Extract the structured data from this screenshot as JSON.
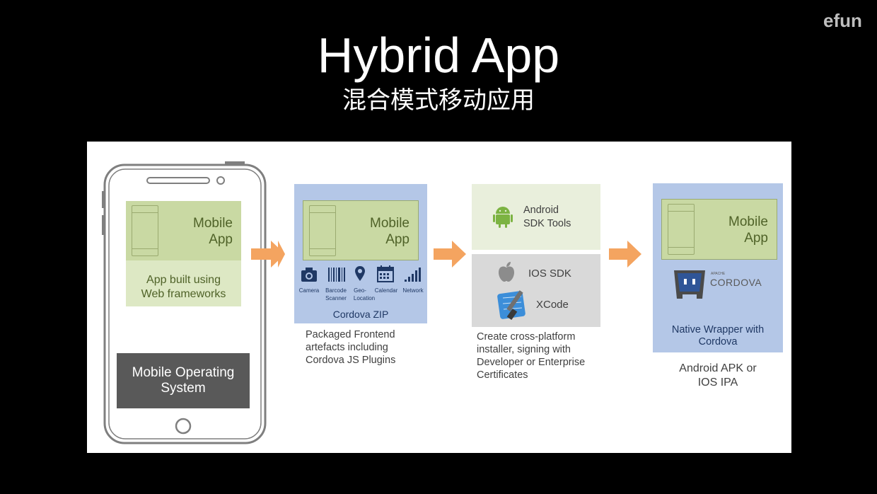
{
  "header": {
    "title": "Hybrid App",
    "subtitle": "混合模式移动应用",
    "logo": "efun"
  },
  "phone": {
    "app_label_line1": "Mobile",
    "app_label_line2": "App",
    "web_line1": "App built using",
    "web_line2": "Web frameworks",
    "os_line1": "Mobile Operating",
    "os_line2": "System"
  },
  "cordova_zip": {
    "app_label_line1": "Mobile",
    "app_label_line2": "App",
    "plugins": [
      {
        "icon": "camera-icon",
        "label": "Camera",
        "label2": ""
      },
      {
        "icon": "barcode-icon",
        "label": "Barcode",
        "label2": "Scanner"
      },
      {
        "icon": "location-pin-icon",
        "label": "Geo-",
        "label2": "Location"
      },
      {
        "icon": "calendar-icon",
        "label": "Calendar",
        "label2": ""
      },
      {
        "icon": "signal-icon",
        "label": "Network",
        "label2": ""
      }
    ],
    "footer": "Cordova ZIP",
    "desc_line1": "Packaged Frontend",
    "desc_line2": "artefacts including",
    "desc_line3": "Cordova JS Plugins"
  },
  "sdk": {
    "android_line1": "Android",
    "android_line2": "SDK Tools",
    "ios_sdk": "IOS SDK",
    "xcode": "XCode",
    "desc_line1": "Create cross-platform",
    "desc_line2": "installer, signing with",
    "desc_line3": "Developer or Enterprise",
    "desc_line4": "Certificates"
  },
  "native": {
    "app_label_line1": "Mobile",
    "app_label_line2": "App",
    "cordova_small": "APACHE",
    "cordova_brand": "CORDOVA",
    "wrapper_line1": "Native Wrapper with",
    "wrapper_line2": "Cordova",
    "output_line1": "Android APK or",
    "output_line2": "IOS IPA"
  },
  "colors": {
    "arrow": "#f4a460",
    "green": "#c9d9a3",
    "blue": "#b4c7e7",
    "os_box": "#595959"
  }
}
